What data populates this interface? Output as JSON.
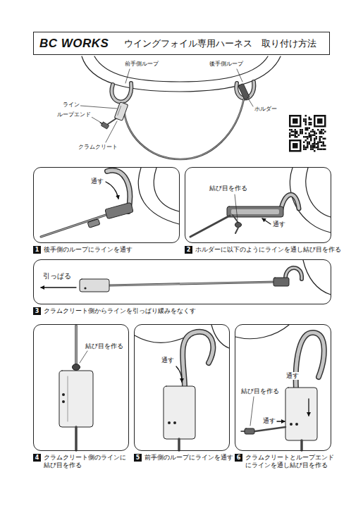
{
  "diagram": {
    "nodes": [
      {
        "text": [
          "BC WORKS",
          "ウイングフォイル専用ハーネス　取り付け方法"
        ]
      },
      {
        "text": [
          "1",
          "後手側のループにラインを通す"
        ]
      },
      {
        "text": [
          "2",
          "ホルダーに以下のようにラインを通し結び目を作る"
        ]
      },
      {
        "text": [
          "3",
          "クラムクリート側からラインを引っぱり緩みをなくす"
        ]
      },
      {
        "text": [
          "4",
          "クラムクリート側のラインに 結び目を作る"
        ]
      },
      {
        "text": [
          "5",
          "前手側のループにラインを通す"
        ]
      },
      {
        "text": [
          "6",
          "クラムクリートとループエンド にラインを通し結び目を作る"
        ]
      }
    ],
    "labels": [
      "前手側ループ",
      "後手側ループ",
      "ライン",
      "ループエンド",
      "ホルダー",
      "クラムクリート",
      "通す",
      "結び目を作る",
      "通す",
      "引っぱる",
      "結び目を作る",
      "通す",
      "通す",
      "結び目を作る",
      "通す"
    ]
  }
}
